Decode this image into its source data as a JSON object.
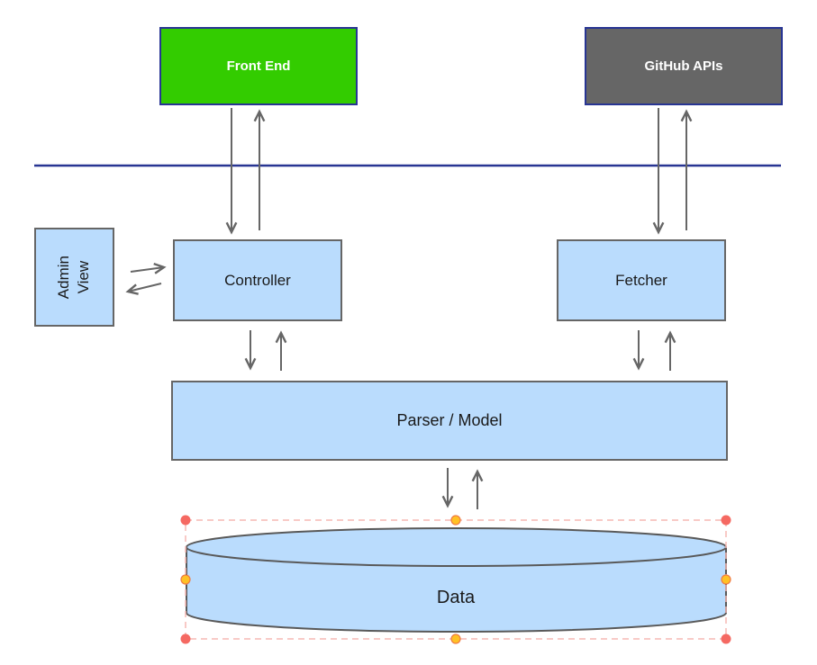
{
  "nodes": {
    "front_end": {
      "label": "Front End"
    },
    "github_apis": {
      "label": "GitHub APIs"
    },
    "admin_view": {
      "label": "Admin View",
      "label_lines": [
        "Admin",
        "View"
      ]
    },
    "controller": {
      "label": "Controller"
    },
    "fetcher": {
      "label": "Fetcher"
    },
    "parser_model": {
      "label": "Parser / Model"
    },
    "data_store": {
      "label": "Data",
      "shape": "cylinder",
      "selected": true
    }
  },
  "connections": [
    {
      "from": "Front End",
      "to": "Controller",
      "bidirectional": true
    },
    {
      "from": "GitHub APIs",
      "to": "Fetcher",
      "bidirectional": true
    },
    {
      "from": "Admin View",
      "to": "Controller",
      "bidirectional": true
    },
    {
      "from": "Controller",
      "to": "Parser / Model",
      "bidirectional": true
    },
    {
      "from": "Fetcher",
      "to": "Parser / Model",
      "bidirectional": true
    },
    {
      "from": "Parser / Model",
      "to": "Data",
      "bidirectional": true
    }
  ],
  "colors": {
    "accent_green": "#33CC00",
    "box_gray": "#666666",
    "navy": "#283593",
    "light_blue": "#BADCFD",
    "border_gray": "#666666",
    "arrow_gray": "#666666",
    "selection_pink": "#F5B8B4",
    "handle_red": "#F56962",
    "handle_orange": "#FFC125"
  }
}
